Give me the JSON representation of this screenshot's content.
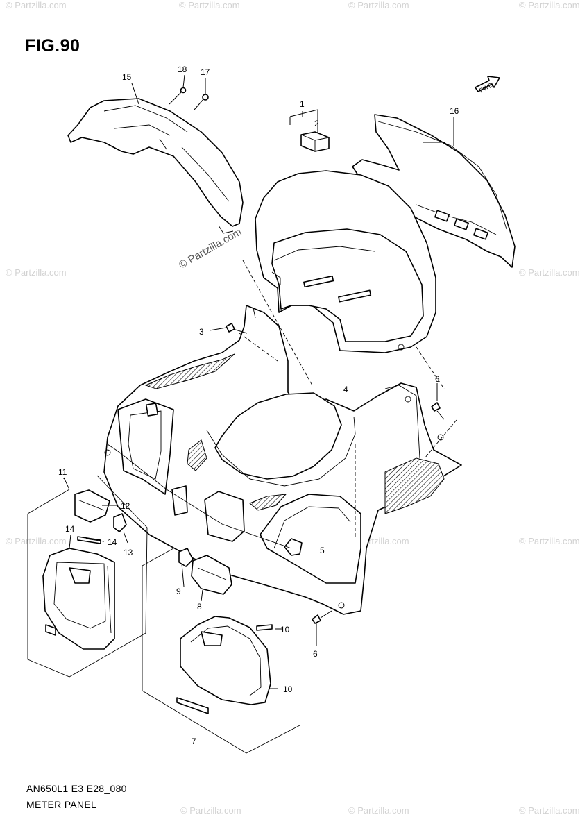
{
  "figure": {
    "title": "FIG.90",
    "model_code": "AN650L1 E3 E28_080",
    "caption": "METER PANEL"
  },
  "watermark": {
    "main": "© Partzilla.com",
    "faint": "© Partzilla.com"
  },
  "fwd_arrow_label": "FWD",
  "callouts": {
    "c1": "1",
    "c2": "2",
    "c3": "3",
    "c4": "4",
    "c5": "5",
    "c6a": "6",
    "c6b": "6",
    "c7": "7",
    "c8": "8",
    "c9": "9",
    "c10a": "10",
    "c10b": "10",
    "c11": "11",
    "c12": "12",
    "c13": "13",
    "c14a": "14",
    "c14b": "14",
    "c15": "15",
    "c16": "16",
    "c17": "17",
    "c18": "18"
  }
}
